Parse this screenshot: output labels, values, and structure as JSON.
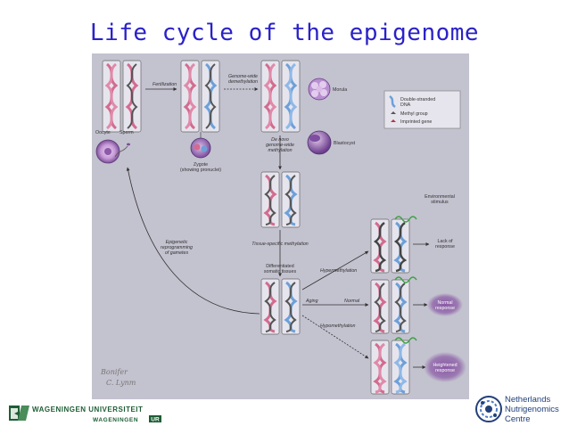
{
  "slide": {
    "title": "Life cycle of the epigenome"
  },
  "figure": {
    "labels": {
      "fertilization": "Fertilization",
      "genome_wide_demethylation": [
        "Genome-wide",
        "demethylation"
      ],
      "morula": "Morula",
      "oocyte": "Oocyte",
      "sperm": "Sperm",
      "zygote": [
        "Zygote",
        "(showing pronuclei)"
      ],
      "de_novo_methylation": [
        "De novo",
        "genome-wide",
        "methylation"
      ],
      "blastocyst": "Blastocyst",
      "epigenetic_reprogramming": [
        "Epigenetic",
        "reprogramming",
        "of gametes"
      ],
      "tissue_specific_methylation": "Tissue-specific methylation",
      "differentiated_tissues": [
        "Differentiated",
        "somatic tissues"
      ],
      "environmental_stimulus": [
        "Environmental",
        "stimulus"
      ],
      "hypermethylation": "Hypermethylation",
      "aging": "Aging",
      "normal": "Normal",
      "hypomethylation": "Hypomethylation",
      "lack_of_response": [
        "Lack of",
        "response"
      ],
      "normal_response": [
        "Normal",
        "response"
      ],
      "heightened_response": [
        "Heightened",
        "response"
      ]
    },
    "legend": {
      "dna": [
        "Double-stranded",
        "DNA"
      ],
      "methyl": "Methyl group",
      "imprinted": "Imprinted gene"
    },
    "signature": [
      "Bonifer",
      "C. Lynm"
    ],
    "colors": {
      "background": "#c3c2cf",
      "pink_dna": "#d36b8e",
      "blue_dna": "#6da0d8",
      "response_purple": "#8a5aa5",
      "legend_red": "#b8333b"
    }
  },
  "logos": {
    "wur": {
      "line1": "WAGENINGEN UNIVERSITEIT",
      "line2": "WAGENINGEN",
      "line2_badge": "UR",
      "color": "#1d5e34"
    },
    "nnc": {
      "name": [
        "Netherlands",
        "Nutrigenomics",
        "Centre"
      ],
      "color": "#23407a"
    }
  }
}
